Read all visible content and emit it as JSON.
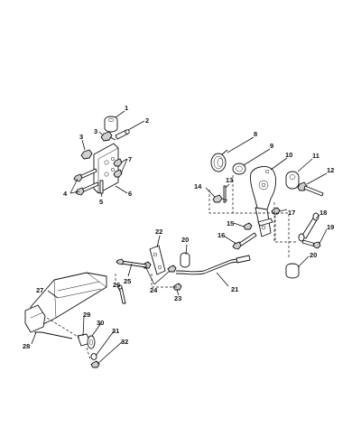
{
  "diagram": {
    "callouts": [
      "1",
      "2",
      "3",
      "3",
      "4",
      "5",
      "6",
      "7",
      "8",
      "9",
      "10",
      "11",
      "12",
      "13",
      "14",
      "15",
      "16",
      "17",
      "18",
      "19",
      "20",
      "20",
      "21",
      "22",
      "23",
      "24",
      "25",
      "26",
      "27",
      "28",
      "29",
      "30",
      "31",
      "32"
    ]
  }
}
